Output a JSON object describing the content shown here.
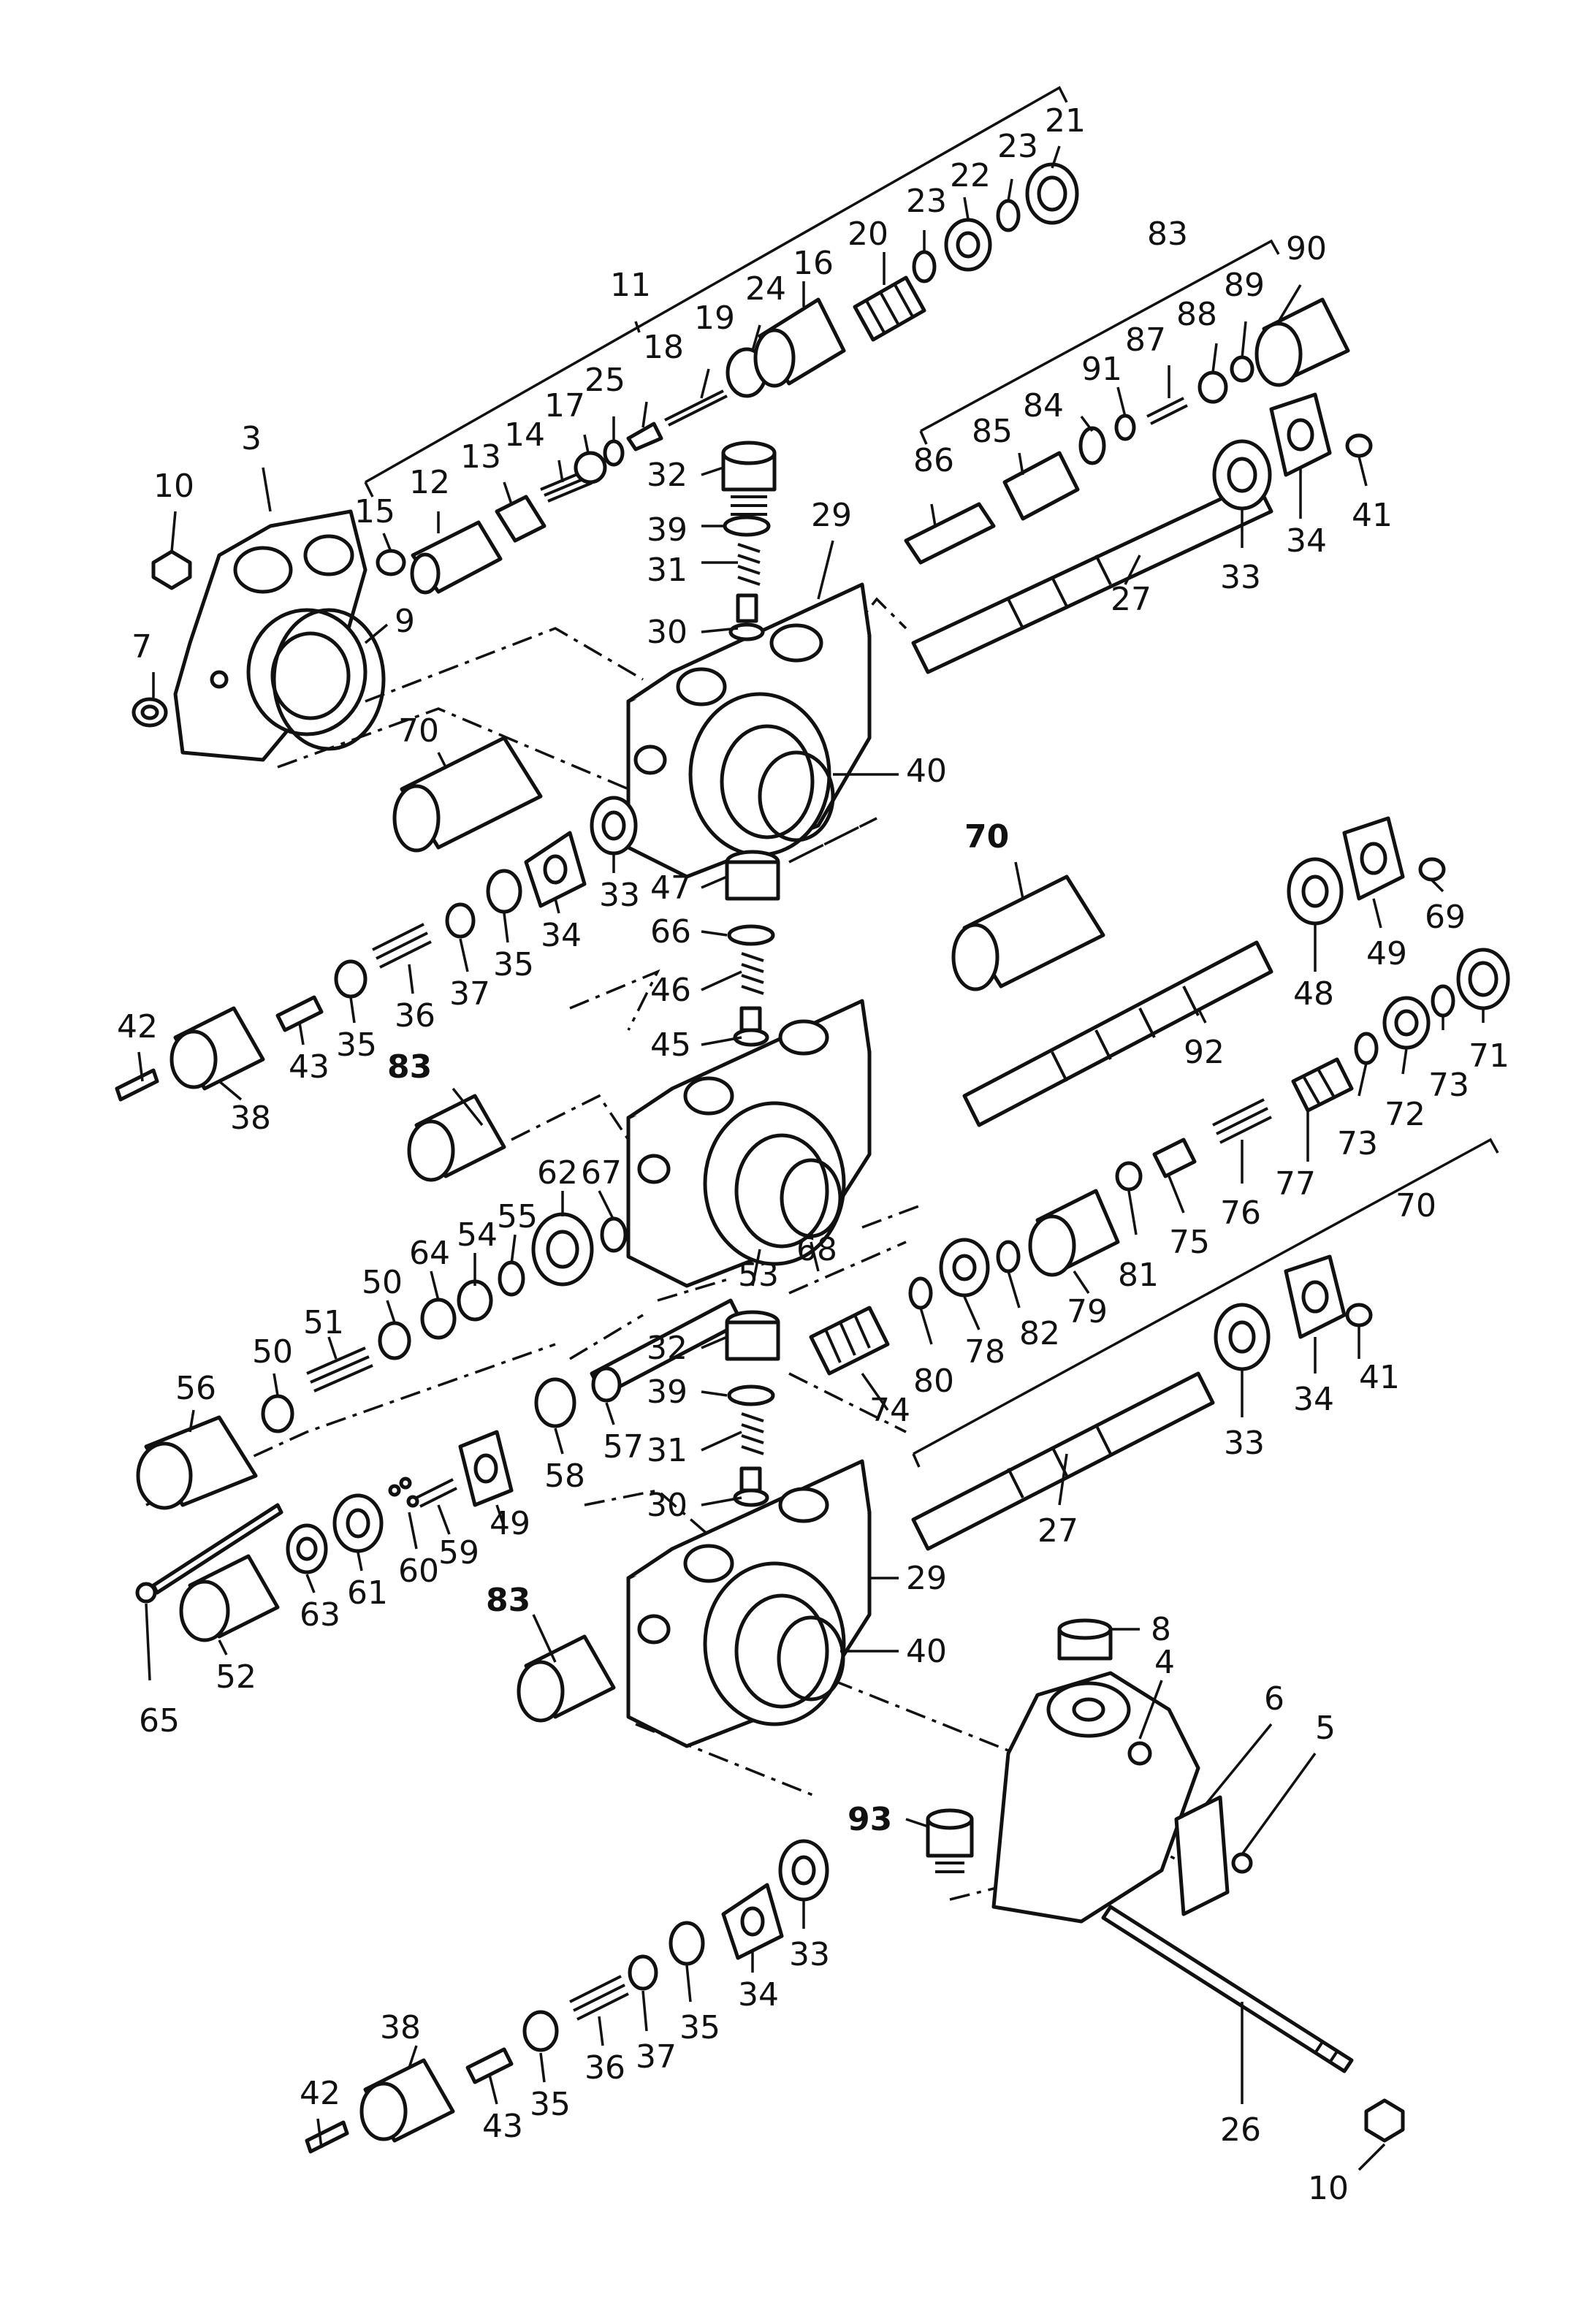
{
  "callouts": {
    "c1": "21",
    "c2": "23",
    "c3": "22",
    "c4": "23",
    "c5": "20",
    "c6": "16",
    "c7": "24",
    "c8": "11",
    "c9": "19",
    "c10": "18",
    "c11": "25",
    "c12": "17",
    "c13": "14",
    "c14": "13",
    "c15": "12",
    "c16": "15",
    "c17": "3",
    "c18": "10",
    "c19": "7",
    "c20": "9",
    "c21": "83",
    "c22": "90",
    "c23": "89",
    "c24": "88",
    "c25": "87",
    "c26": "91",
    "c27": "84",
    "c28": "85",
    "c29": "86",
    "c30": "41",
    "c31": "34",
    "c32": "33",
    "c33": "27",
    "c34": "32",
    "c35": "39",
    "c36": "31",
    "c37": "30",
    "c38": "29",
    "c39": "40",
    "c40": "70",
    "c41": "33",
    "c42": "34",
    "c43": "35",
    "c44": "37",
    "c45": "36",
    "c46": "35",
    "c47": "43",
    "c48": "42",
    "c49": "38",
    "c50": "83",
    "c51": "47",
    "c52": "66",
    "c53": "46",
    "c54": "45",
    "c55": "70",
    "c56": "48",
    "c57": "49",
    "c58": "69",
    "c59": "92",
    "c60": "71",
    "c61": "73",
    "c62": "72",
    "c63": "73",
    "c64": "77",
    "c65": "76",
    "c66": "75",
    "c67": "81",
    "c68": "79",
    "c69": "82",
    "c70": "78",
    "c71": "80",
    "c72": "74",
    "c73": "70",
    "c74": "53",
    "c75": "68",
    "c76": "62",
    "c77": "67",
    "c78": "55",
    "c79": "54",
    "c80": "64",
    "c81": "50",
    "c82": "51",
    "c83": "50",
    "c84": "56",
    "c85": "57",
    "c86": "58",
    "c87": "49",
    "c88": "59",
    "c89": "60",
    "c90": "61",
    "c91": "63",
    "c92": "52",
    "c93": "65",
    "c94": "32",
    "c95": "39",
    "c96": "31",
    "c97": "30",
    "c98": "29",
    "c99": "40",
    "c100": "83",
    "c101": "27",
    "c102": "33",
    "c103": "34",
    "c104": "41",
    "c105": "8",
    "c106": "4",
    "c107": "6",
    "c108": "5",
    "c109": "93",
    "c110": "33",
    "c111": "34",
    "c112": "35",
    "c113": "37",
    "c114": "36",
    "c115": "35",
    "c116": "43",
    "c117": "42",
    "c118": "38",
    "c119": "26",
    "c120": "10"
  }
}
